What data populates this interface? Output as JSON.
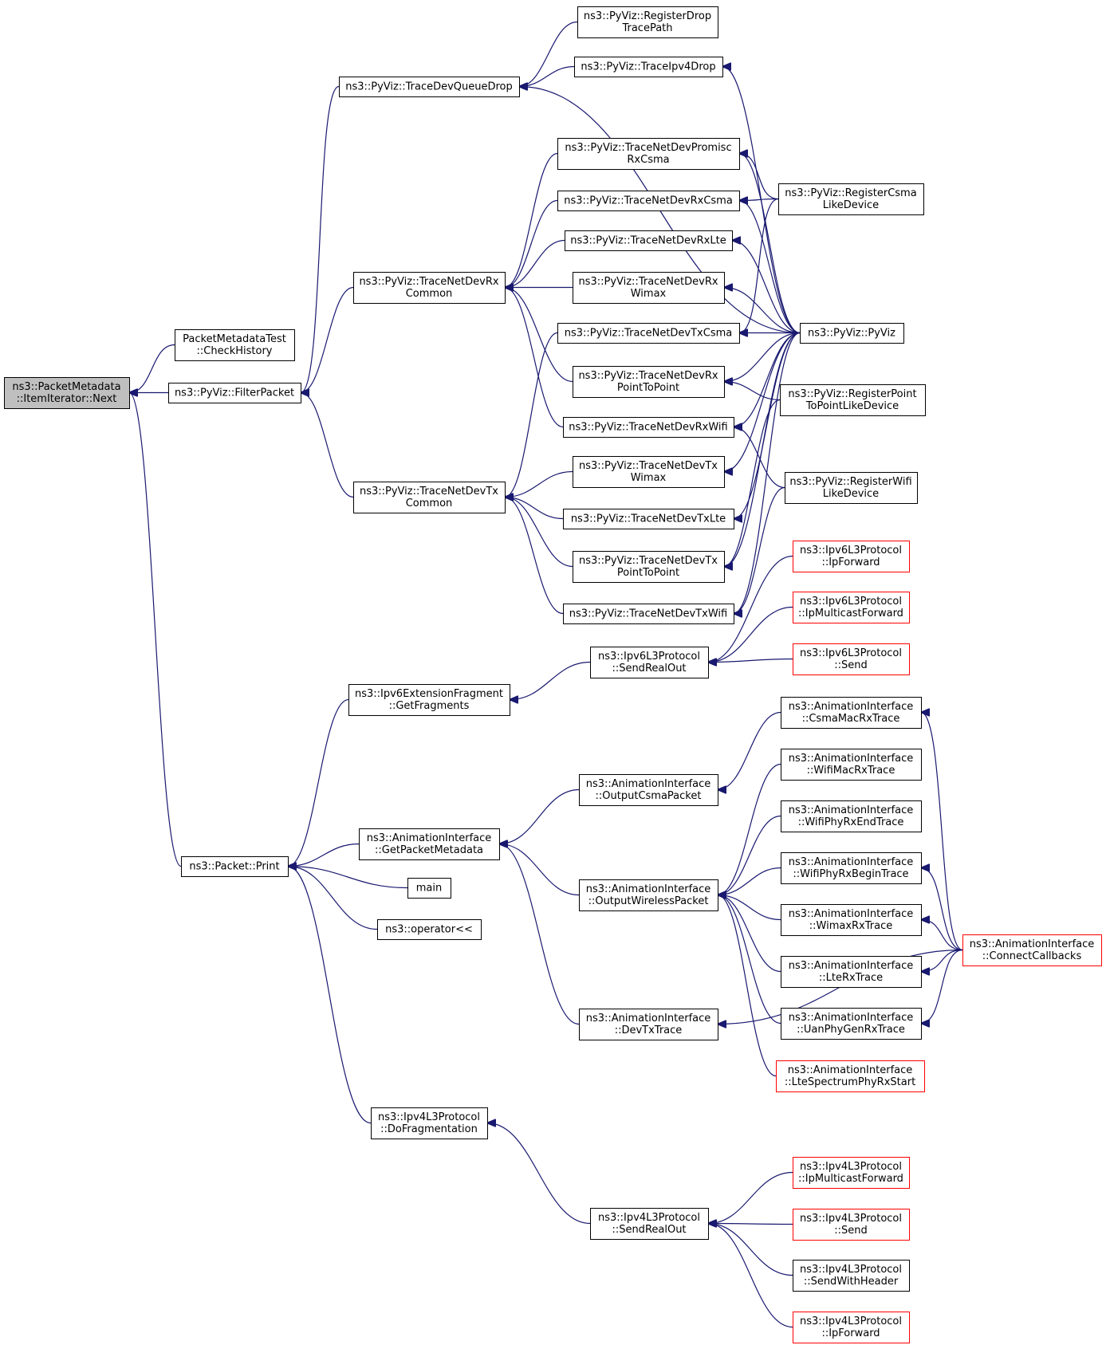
{
  "graph": {
    "root_label": "ns3::PacketMetadata::ItemIterator::Next",
    "edge_color": "#191970",
    "truncated_border_color": "#ff0000",
    "root_fill_color": "#bfbfbf",
    "nodes": [
      {
        "id": "next",
        "lines": [
          "ns3::PacketMetadata",
          "::ItemIterator::Next"
        ],
        "style": "root"
      },
      {
        "id": "checkhistory",
        "lines": [
          "PacketMetadataTest",
          "::CheckHistory"
        ]
      },
      {
        "id": "filterpacket",
        "lines": [
          "ns3::PyViz::FilterPacket"
        ]
      },
      {
        "id": "print",
        "lines": [
          "ns3::Packet::Print"
        ]
      },
      {
        "id": "tracedevqueuedrop",
        "lines": [
          "ns3::PyViz::TraceDevQueueDrop"
        ]
      },
      {
        "id": "tracenetdevrxcommon",
        "lines": [
          "ns3::PyViz::TraceNetDevRx",
          "Common"
        ]
      },
      {
        "id": "tracenetdevtxcommon",
        "lines": [
          "ns3::PyViz::TraceNetDevTx",
          "Common"
        ]
      },
      {
        "id": "registerdroptracepath",
        "lines": [
          "ns3::PyViz::RegisterDrop",
          "TracePath"
        ]
      },
      {
        "id": "traceipv4drop",
        "lines": [
          "ns3::PyViz::TraceIpv4Drop"
        ]
      },
      {
        "id": "promiscrxcsma",
        "lines": [
          "ns3::PyViz::TraceNetDevPromisc",
          "RxCsma"
        ]
      },
      {
        "id": "rxcsma",
        "lines": [
          "ns3::PyViz::TraceNetDevRxCsma"
        ]
      },
      {
        "id": "rxlte",
        "lines": [
          "ns3::PyViz::TraceNetDevRxLte"
        ]
      },
      {
        "id": "rxwimax",
        "lines": [
          "ns3::PyViz::TraceNetDevRx",
          "Wimax"
        ]
      },
      {
        "id": "txcsma",
        "lines": [
          "ns3::PyViz::TraceNetDevTxCsma"
        ]
      },
      {
        "id": "rxp2p",
        "lines": [
          "ns3::PyViz::TraceNetDevRx",
          "PointToPoint"
        ]
      },
      {
        "id": "rxwifi",
        "lines": [
          "ns3::PyViz::TraceNetDevRxWifi"
        ]
      },
      {
        "id": "txwimax",
        "lines": [
          "ns3::PyViz::TraceNetDevTx",
          "Wimax"
        ]
      },
      {
        "id": "txlte",
        "lines": [
          "ns3::PyViz::TraceNetDevTxLte"
        ]
      },
      {
        "id": "txp2p",
        "lines": [
          "ns3::PyViz::TraceNetDevTx",
          "PointToPoint"
        ]
      },
      {
        "id": "txwifi",
        "lines": [
          "ns3::PyViz::TraceNetDevTxWifi"
        ]
      },
      {
        "id": "regcsma",
        "lines": [
          "ns3::PyViz::RegisterCsma",
          "LikeDevice"
        ]
      },
      {
        "id": "pyviz",
        "lines": [
          "ns3::PyViz::PyViz"
        ]
      },
      {
        "id": "regp2p",
        "lines": [
          "ns3::PyViz::RegisterPoint",
          "ToPointLikeDevice"
        ]
      },
      {
        "id": "regwifi",
        "lines": [
          "ns3::PyViz::RegisterWifi",
          "LikeDevice"
        ]
      },
      {
        "id": "ipv6getfragments",
        "lines": [
          "ns3::Ipv6ExtensionFragment",
          "::GetFragments"
        ]
      },
      {
        "id": "ipv6sendrealout",
        "lines": [
          "ns3::Ipv6L3Protocol",
          "::SendRealOut"
        ]
      },
      {
        "id": "ipv6ipforward",
        "lines": [
          "ns3::Ipv6L3Protocol",
          "::IpForward"
        ],
        "style": "trunc"
      },
      {
        "id": "ipv6ipmcforward",
        "lines": [
          "ns3::Ipv6L3Protocol",
          "::IpMulticastForward"
        ],
        "style": "trunc"
      },
      {
        "id": "ipv6send",
        "lines": [
          "ns3::Ipv6L3Protocol",
          "::Send"
        ],
        "style": "trunc"
      },
      {
        "id": "getpacketmetadata",
        "lines": [
          "ns3::AnimationInterface",
          "::GetPacketMetadata"
        ]
      },
      {
        "id": "main",
        "lines": [
          "main"
        ]
      },
      {
        "id": "operator",
        "lines": [
          "ns3::operator<<"
        ]
      },
      {
        "id": "ipv4dofrag",
        "lines": [
          "ns3::Ipv4L3Protocol",
          "::DoFragmentation"
        ]
      },
      {
        "id": "outputcsmapacket",
        "lines": [
          "ns3::AnimationInterface",
          "::OutputCsmaPacket"
        ]
      },
      {
        "id": "outputwirelesspacket",
        "lines": [
          "ns3::AnimationInterface",
          "::OutputWirelessPacket"
        ]
      },
      {
        "id": "devtxtrace",
        "lines": [
          "ns3::AnimationInterface",
          "::DevTxTrace"
        ]
      },
      {
        "id": "csmamacrxtrace",
        "lines": [
          "ns3::AnimationInterface",
          "::CsmaMacRxTrace"
        ]
      },
      {
        "id": "wifimacrxtrace",
        "lines": [
          "ns3::AnimationInterface",
          "::WifiMacRxTrace"
        ]
      },
      {
        "id": "wifiphyrxendtrace",
        "lines": [
          "ns3::AnimationInterface",
          "::WifiPhyRxEndTrace"
        ]
      },
      {
        "id": "wifiphyrxbegintrace",
        "lines": [
          "ns3::AnimationInterface",
          "::WifiPhyRxBeginTrace"
        ]
      },
      {
        "id": "wimaxrxtrace",
        "lines": [
          "ns3::AnimationInterface",
          "::WimaxRxTrace"
        ]
      },
      {
        "id": "lterxtrace",
        "lines": [
          "ns3::AnimationInterface",
          "::LteRxTrace"
        ]
      },
      {
        "id": "uanphygenrxtrace",
        "lines": [
          "ns3::AnimationInterface",
          "::UanPhyGenRxTrace"
        ]
      },
      {
        "id": "ltespectrumphyrxstart",
        "lines": [
          "ns3::AnimationInterface",
          "::LteSpectrumPhyRxStart"
        ],
        "style": "trunc"
      },
      {
        "id": "connectcallbacks",
        "lines": [
          "ns3::AnimationInterface",
          "::ConnectCallbacks"
        ],
        "style": "trunc"
      },
      {
        "id": "ipv4sendrealout",
        "lines": [
          "ns3::Ipv4L3Protocol",
          "::SendRealOut"
        ]
      },
      {
        "id": "ipv4ipmcforward",
        "lines": [
          "ns3::Ipv4L3Protocol",
          "::IpMulticastForward"
        ],
        "style": "trunc"
      },
      {
        "id": "ipv4send",
        "lines": [
          "ns3::Ipv4L3Protocol",
          "::Send"
        ],
        "style": "trunc"
      },
      {
        "id": "ipv4sendwithheader",
        "lines": [
          "ns3::Ipv4L3Protocol",
          "::SendWithHeader"
        ]
      },
      {
        "id": "ipv4ipforward",
        "lines": [
          "ns3::Ipv4L3Protocol",
          "::IpForward"
        ],
        "style": "trunc"
      }
    ],
    "edges": [
      [
        "checkhistory",
        "next"
      ],
      [
        "filterpacket",
        "next"
      ],
      [
        "print",
        "next"
      ],
      [
        "tracedevqueuedrop",
        "filterpacket"
      ],
      [
        "tracenetdevrxcommon",
        "filterpacket"
      ],
      [
        "tracenetdevtxcommon",
        "filterpacket"
      ],
      [
        "registerdroptracepath",
        "tracedevqueuedrop"
      ],
      [
        "traceipv4drop",
        "tracedevqueuedrop"
      ],
      [
        "pyviz",
        "tracedevqueuedrop"
      ],
      [
        "pyviz",
        "traceipv4drop"
      ],
      [
        "promiscrxcsma",
        "tracenetdevrxcommon"
      ],
      [
        "rxcsma",
        "tracenetdevrxcommon"
      ],
      [
        "rxlte",
        "tracenetdevrxcommon"
      ],
      [
        "rxwimax",
        "tracenetdevrxcommon"
      ],
      [
        "rxp2p",
        "tracenetdevrxcommon"
      ],
      [
        "rxwifi",
        "tracenetdevrxcommon"
      ],
      [
        "txcsma",
        "tracenetdevtxcommon"
      ],
      [
        "txwimax",
        "tracenetdevtxcommon"
      ],
      [
        "txlte",
        "tracenetdevtxcommon"
      ],
      [
        "txp2p",
        "tracenetdevtxcommon"
      ],
      [
        "txwifi",
        "tracenetdevtxcommon"
      ],
      [
        "regcsma",
        "promiscrxcsma"
      ],
      [
        "regcsma",
        "rxcsma"
      ],
      [
        "regcsma",
        "txcsma"
      ],
      [
        "pyviz",
        "promiscrxcsma"
      ],
      [
        "pyviz",
        "rxcsma"
      ],
      [
        "pyviz",
        "rxlte"
      ],
      [
        "pyviz",
        "rxwimax"
      ],
      [
        "pyviz",
        "txcsma"
      ],
      [
        "pyviz",
        "rxp2p"
      ],
      [
        "pyviz",
        "rxwifi"
      ],
      [
        "pyviz",
        "txwimax"
      ],
      [
        "pyviz",
        "txlte"
      ],
      [
        "pyviz",
        "txp2p"
      ],
      [
        "pyviz",
        "txwifi"
      ],
      [
        "regp2p",
        "rxp2p"
      ],
      [
        "regp2p",
        "txp2p"
      ],
      [
        "regwifi",
        "rxwifi"
      ],
      [
        "regwifi",
        "txwifi"
      ],
      [
        "ipv6getfragments",
        "print"
      ],
      [
        "getpacketmetadata",
        "print"
      ],
      [
        "main",
        "print"
      ],
      [
        "operator",
        "print"
      ],
      [
        "ipv4dofrag",
        "print"
      ],
      [
        "ipv6sendrealout",
        "ipv6getfragments"
      ],
      [
        "ipv6ipforward",
        "ipv6sendrealout"
      ],
      [
        "ipv6ipmcforward",
        "ipv6sendrealout"
      ],
      [
        "ipv6send",
        "ipv6sendrealout"
      ],
      [
        "outputcsmapacket",
        "getpacketmetadata"
      ],
      [
        "outputwirelesspacket",
        "getpacketmetadata"
      ],
      [
        "devtxtrace",
        "getpacketmetadata"
      ],
      [
        "csmamacrxtrace",
        "outputcsmapacket"
      ],
      [
        "wifimacrxtrace",
        "outputwirelesspacket"
      ],
      [
        "wifiphyrxendtrace",
        "outputwirelesspacket"
      ],
      [
        "wifiphyrxbegintrace",
        "outputwirelesspacket"
      ],
      [
        "wimaxrxtrace",
        "outputwirelesspacket"
      ],
      [
        "lterxtrace",
        "outputwirelesspacket"
      ],
      [
        "uanphygenrxtrace",
        "outputwirelesspacket"
      ],
      [
        "ltespectrumphyrxstart",
        "outputwirelesspacket"
      ],
      [
        "connectcallbacks",
        "csmamacrxtrace"
      ],
      [
        "connectcallbacks",
        "wifiphyrxbegintrace"
      ],
      [
        "connectcallbacks",
        "wimaxrxtrace"
      ],
      [
        "connectcallbacks",
        "lterxtrace"
      ],
      [
        "connectcallbacks",
        "uanphygenrxtrace"
      ],
      [
        "connectcallbacks",
        "devtxtrace"
      ],
      [
        "ipv4sendrealout",
        "ipv4dofrag"
      ],
      [
        "ipv4ipmcforward",
        "ipv4sendrealout"
      ],
      [
        "ipv4send",
        "ipv4sendrealout"
      ],
      [
        "ipv4sendwithheader",
        "ipv4sendrealout"
      ],
      [
        "ipv4ipforward",
        "ipv4sendrealout"
      ]
    ]
  }
}
